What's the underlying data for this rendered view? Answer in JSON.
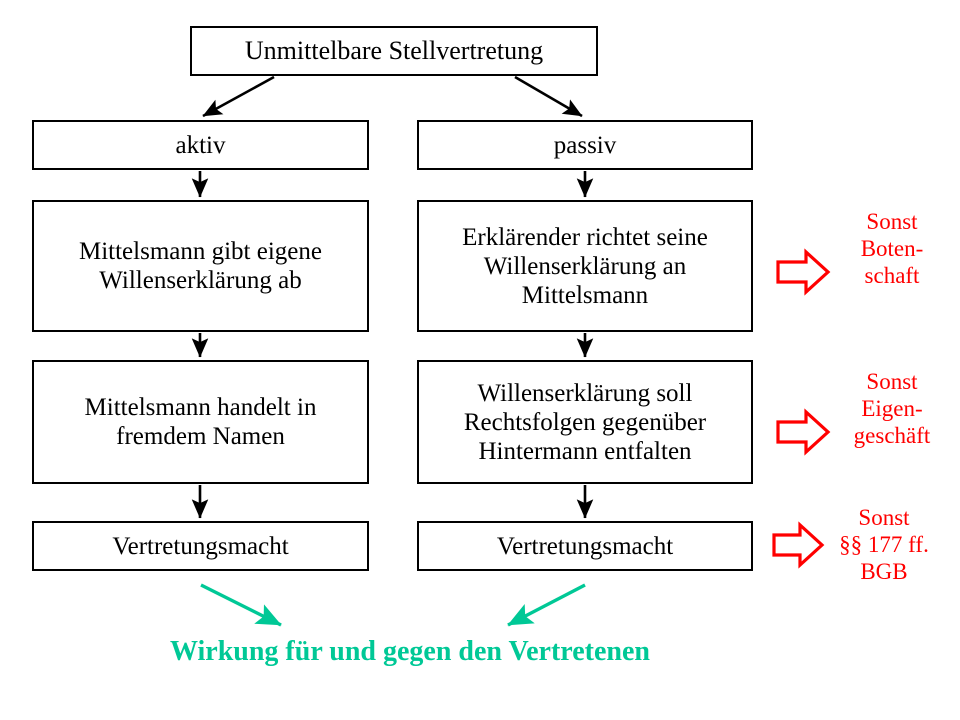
{
  "diagram": {
    "title": "Unmittelbare Stellvertretung",
    "branches": {
      "left": {
        "heading": "aktiv",
        "steps": [
          "Mittelsmann gibt eigene\nWillenserklärung ab",
          "Mittelsmann handelt in\nfremdem Namen",
          "Vertretungsmacht"
        ]
      },
      "right": {
        "heading": "passiv",
        "steps": [
          "Erklärender richtet seine\nWillenserklärung an\nMittelsmann",
          "Willenserklärung soll\nRechtsfolgen gegenüber\nHintermann entfalten",
          "Vertretungsmacht"
        ]
      }
    },
    "side_notes": [
      {
        "lines": [
          "Sonst",
          "Boten-",
          "schaft"
        ],
        "icon": "block-arrow-right-icon"
      },
      {
        "lines": [
          "Sonst",
          "Eigen-",
          "geschäft"
        ],
        "icon": "block-arrow-right-icon"
      },
      {
        "lines": [
          "Sonst",
          "§§ 177 ff.",
          "BGB"
        ],
        "icon": "block-arrow-right-icon"
      }
    ],
    "conclusion": "Wirkung für und gegen den Vertretenen",
    "colors": {
      "box_border": "#000000",
      "text": "#000000",
      "note_red": "#ff0000",
      "conclusion_green": "#00c896",
      "background": "#ffffff"
    }
  }
}
